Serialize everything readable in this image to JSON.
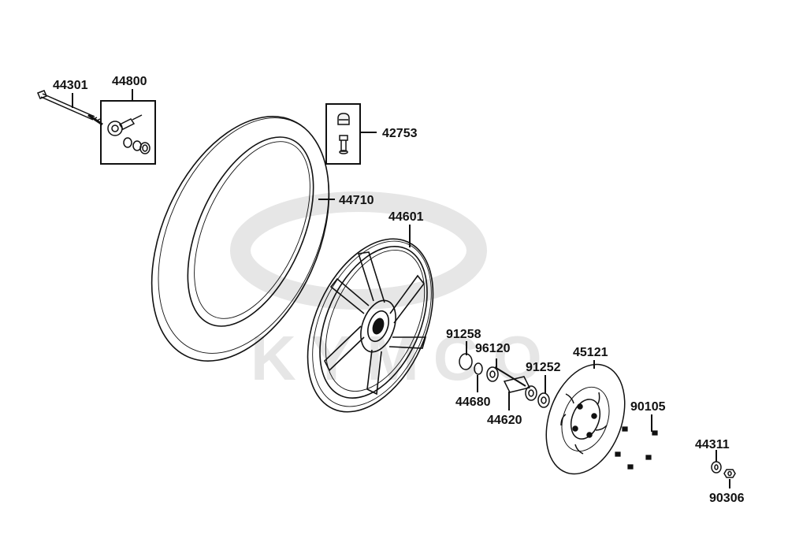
{
  "watermark": {
    "text": "KYMCO"
  },
  "colors": {
    "line": "#111111",
    "watermark": "#e6e6e6",
    "background": "#ffffff"
  },
  "parts": {
    "p44301": "44301",
    "p44800": "44800",
    "p42753": "42753",
    "p44710": "44710",
    "p44601": "44601",
    "p91258": "91258",
    "p96120": "96120",
    "p45121": "45121",
    "p91252": "91252",
    "p44680": "44680",
    "p44620": "44620",
    "p90105": "90105",
    "p44311": "44311",
    "p90306": "90306"
  }
}
